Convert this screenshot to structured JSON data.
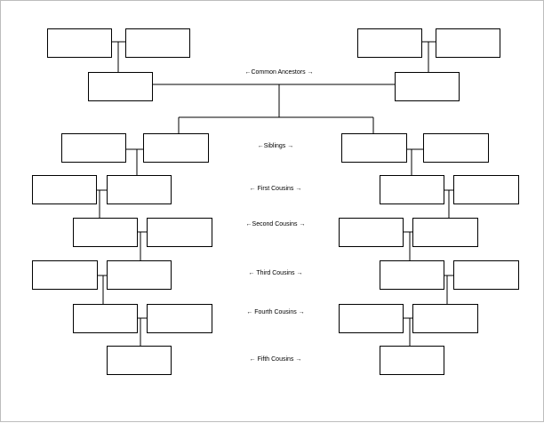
{
  "labels": {
    "common_ancestors": "←Common Ancestors →",
    "siblings": "←Siblings →",
    "first_cousins": "← First Cousins →",
    "second_cousins": "←Second Cousins →",
    "third_cousins": "← Third Cousins →",
    "fourth_cousins": "← Fourth Cousins →",
    "fifth_cousins": "← Fifth Cousins →"
  }
}
